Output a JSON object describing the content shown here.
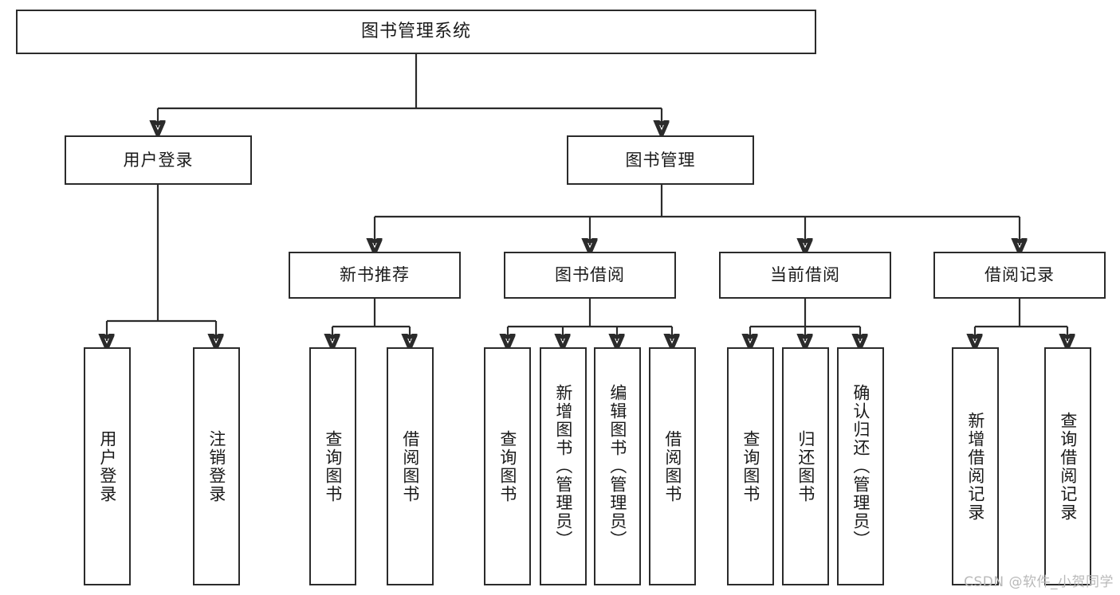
{
  "diagram": {
    "title": "图书管理系统",
    "type": "hierarchy-tree",
    "root": {
      "label": "图书管理系统"
    },
    "level2": [
      {
        "label": "用户登录"
      },
      {
        "label": "图书管理"
      }
    ],
    "level3": [
      {
        "label": "新书推荐"
      },
      {
        "label": "图书借阅"
      },
      {
        "label": "当前借阅"
      },
      {
        "label": "借阅记录"
      }
    ],
    "leaves": {
      "user_login": [
        {
          "label": "用户登录"
        },
        {
          "label": "注销登录"
        }
      ],
      "new_book_recommend": [
        {
          "label": "查询图书"
        },
        {
          "label": "借阅图书"
        }
      ],
      "book_borrow": [
        {
          "label": "查询图书"
        },
        {
          "label": "新增图书（管理员）"
        },
        {
          "label": "编辑图书（管理员）"
        },
        {
          "label": "借阅图书"
        }
      ],
      "current_borrow": [
        {
          "label": "查询图书"
        },
        {
          "label": "归还图书"
        },
        {
          "label": "确认归还（管理员）"
        }
      ],
      "borrow_records": [
        {
          "label": "新增借阅记录"
        },
        {
          "label": "查询借阅记录"
        }
      ]
    }
  },
  "watermark": {
    "text": "CSDN @软件_小贺同学"
  },
  "colors": {
    "stroke": "#2b2b2b",
    "fill": "#ffffff",
    "text": "#1a1a1a",
    "watermark": "#b9b9b9"
  }
}
